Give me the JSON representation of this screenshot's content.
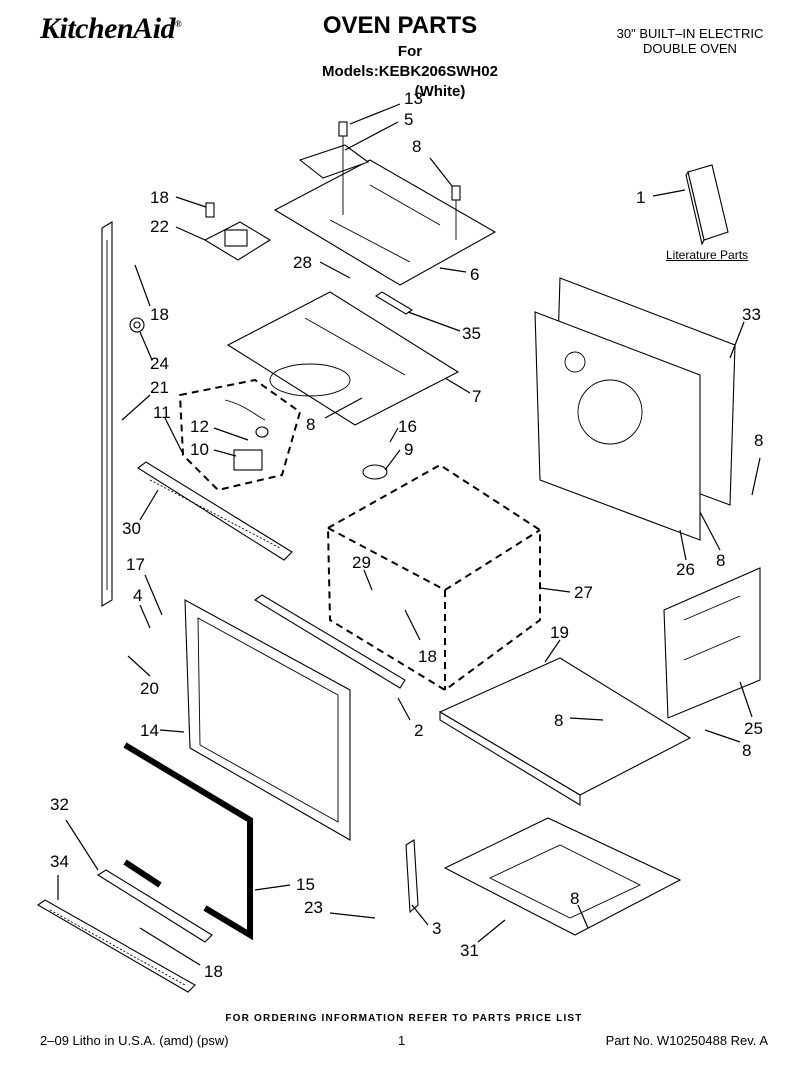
{
  "header": {
    "brand": "KitchenAid",
    "brand_mark": "®",
    "title": "OVEN PARTS",
    "models_line": "For Models:KEBK206SWH02",
    "color_line": "(White)",
    "desc_line1": "30\" BUILT–IN ELECTRIC",
    "desc_line2": "DOUBLE OVEN"
  },
  "literature_label": "Literature Parts",
  "callouts": [
    "13",
    "5",
    "8",
    "18",
    "22",
    "28",
    "6",
    "1",
    "18",
    "35",
    "33",
    "24",
    "21",
    "7",
    "11",
    "8",
    "12",
    "16",
    "10",
    "9",
    "8",
    "30",
    "29",
    "27",
    "17",
    "26",
    "8",
    "4",
    "19",
    "18",
    "20",
    "8",
    "25",
    "14",
    "2",
    "8",
    "32",
    "15",
    "34",
    "23",
    "3",
    "8",
    "31",
    "18"
  ],
  "footer": {
    "note": "FOR ORDERING INFORMATION REFER TO PARTS PRICE LIST",
    "litho": "2–09 Litho in U.S.A. (amd) (psw)",
    "page": "1",
    "part_no": "Part No. W10250488 Rev. A"
  }
}
